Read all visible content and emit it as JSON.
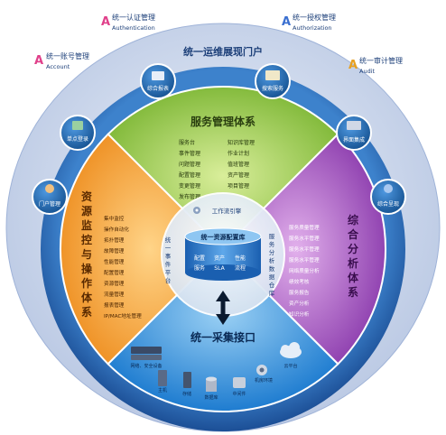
{
  "portal": {
    "title": "统一运维展现门户"
  },
  "top_labels": [
    {
      "cn": "统一认证管理",
      "en": "Authentication",
      "color": "#e0408a"
    },
    {
      "cn": "统一授权管理",
      "en": "Authorization",
      "color": "#3a6fd0"
    },
    {
      "cn": "统一账号管理",
      "en": "Account",
      "color": "#e0408a"
    },
    {
      "cn": "统一审计管理",
      "en": "Audit",
      "color": "#e8a020"
    }
  ],
  "nodes": [
    {
      "label": "综合报表",
      "icon": "report-icon"
    },
    {
      "label": "搜索服务",
      "icon": "search-service-icon"
    },
    {
      "label": "单点登录",
      "icon": "sso-icon"
    },
    {
      "label": "界面集成",
      "icon": "ui-integration-icon"
    },
    {
      "label": "门户管理",
      "icon": "portal-management-icon"
    },
    {
      "label": "综合呈现",
      "icon": "comprehensive-display-icon"
    }
  ],
  "quadrants": {
    "top": {
      "title": "服务管理体系",
      "color": "#88c040",
      "left_items": [
        "服务台",
        "事件管理",
        "问题管理",
        "配置管理",
        "变更管理",
        "发布管理"
      ],
      "right_items": [
        "知识库管理",
        "作业计划",
        "值班管理",
        "资产管理",
        "项目管理"
      ]
    },
    "left": {
      "title": "资源监控与操作体系",
      "color": "#f0a030",
      "items": [
        "集中监控",
        "操作自动化",
        "拓扑管理",
        "故障管理",
        "性能管理",
        "配置管理",
        "资源管理",
        "流量管理",
        "报表管理",
        "IP/MAC地址管理"
      ]
    },
    "right": {
      "title": "综合分析体系",
      "color": "#9848b8",
      "items": [
        "服务质量管理",
        "服务水平管理",
        "服务水平管理",
        "服务水平管理",
        "网络质量分析",
        "绩效考核",
        "服务报告",
        "资产分析",
        "知识分析"
      ]
    },
    "bottom": {
      "title": "统一采集接口",
      "color": "#2a8ad8",
      "devices": [
        "网络、安全设备",
        "主机",
        "存储",
        "数据库",
        "中间件",
        "机房环境",
        "云平台"
      ]
    }
  },
  "inner": {
    "workflow": "工作流引擎",
    "event_platform": "统一事件平台",
    "data_warehouse": "服务分析数据仓库",
    "config_db": "统一资源配置库",
    "db_words": [
      "配置",
      "资产",
      "性能",
      "服务",
      "SLA",
      "流程"
    ]
  },
  "colors": {
    "outer_ring": "#2e6db8",
    "portal_band": "#c7d3ea",
    "node_fill": "#1f5fa8"
  }
}
